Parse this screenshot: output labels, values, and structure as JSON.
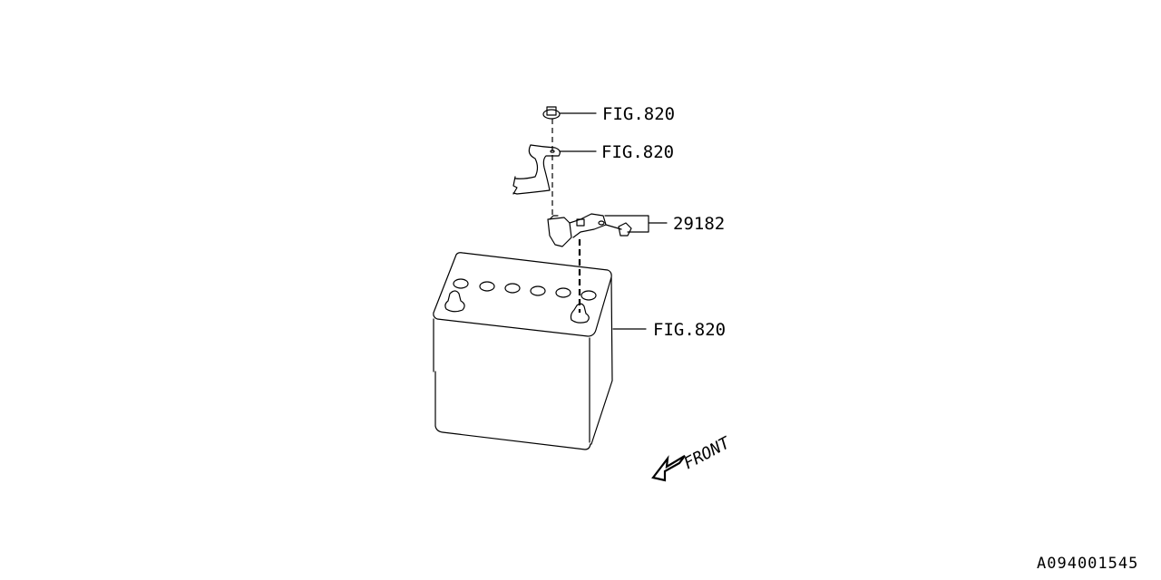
{
  "callouts": [
    {
      "label": "FIG.820",
      "part": "nut"
    },
    {
      "label": "FIG.820",
      "part": "cable-terminal"
    },
    {
      "label": "29182",
      "part": "battery-terminal-sensor"
    },
    {
      "label": "FIG.820",
      "part": "battery"
    }
  ],
  "direction_label": "FRONT",
  "diagram_id": "A094001545"
}
